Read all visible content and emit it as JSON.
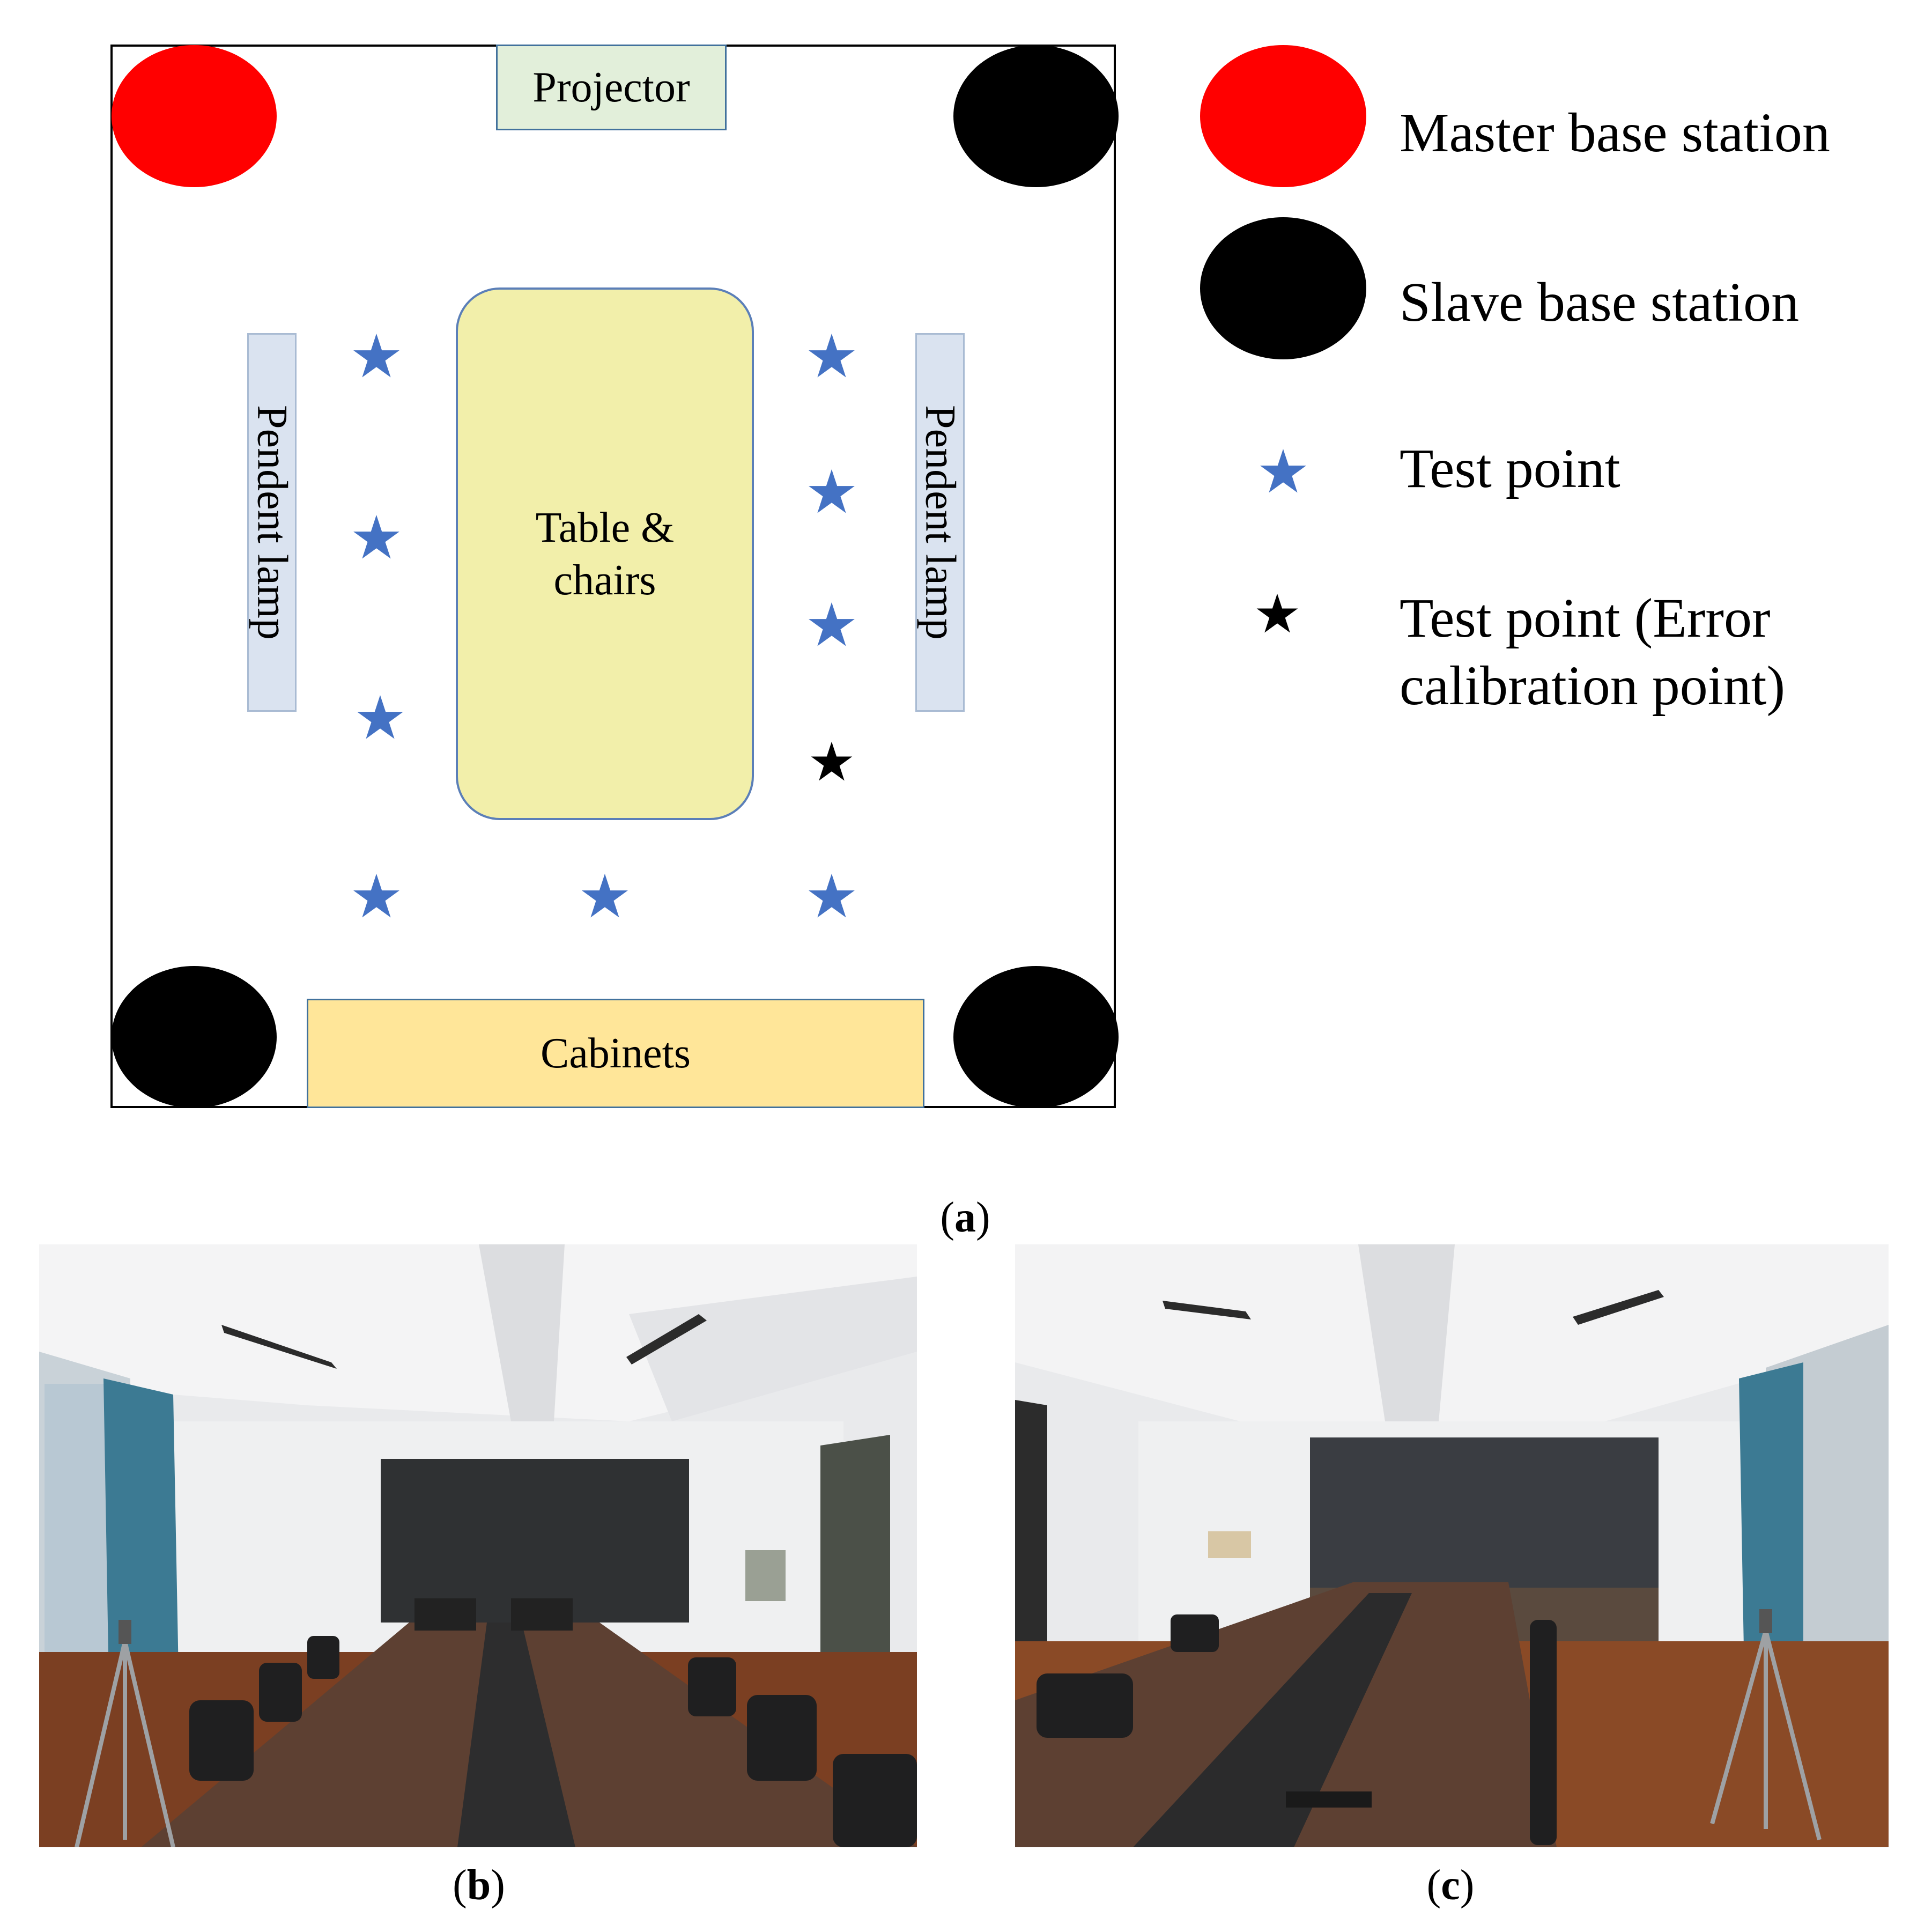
{
  "floor_plan": {
    "projector_label": "Projector",
    "table_label_line1": "Table &",
    "table_label_line2": "chairs",
    "lamp_left_label": "Pendent lamp",
    "lamp_right_label": "Pendent lamp",
    "cabinets_label": "Cabinets",
    "colors": {
      "projector_fill": "#e2efda",
      "table_fill": "#f2efaa",
      "lamp_fill": "#dae3f0",
      "cabinets_fill": "#ffe699",
      "master_station": "#ff0000",
      "slave_station": "#000000",
      "test_point": "#4472c4",
      "calibration_point": "#000000"
    },
    "stations": [
      "master",
      "slave",
      "slave",
      "slave"
    ],
    "test_point_glyph": "★"
  },
  "legend": {
    "items": [
      {
        "label": "Master base station",
        "icon": "red-ellipse-icon"
      },
      {
        "label": "Slave base  station",
        "icon": "black-ellipse-icon"
      },
      {
        "label": "Test point",
        "icon": "blue-star-icon"
      },
      {
        "label_line1": "Test point (Error",
        "label_line2": "calibration point)",
        "icon": "black-star-icon"
      }
    ]
  },
  "captions": {
    "a": "a",
    "b": "b",
    "c": "c"
  }
}
